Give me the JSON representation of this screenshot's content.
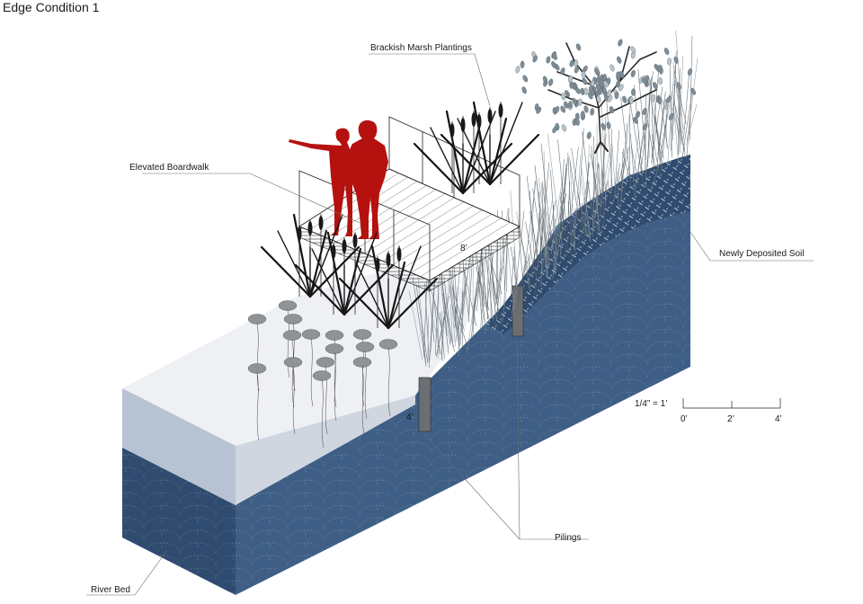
{
  "title": "Edge Condition 1",
  "labels": {
    "marsh": "Brackish Marsh Plantings",
    "boardwalk": "Elevated Boardwalk",
    "soil": "Newly Deposited Soil",
    "pilings": "Pilings",
    "riverbed": "River Bed"
  },
  "dimensions": {
    "boardwalk_width": "8’",
    "piling_height": "4’"
  },
  "scale": {
    "ratio": "1/4” = 1’",
    "ticks": [
      "0’",
      "2’",
      "4’"
    ]
  },
  "colors": {
    "figures": "#b5120f",
    "soil": "#3e5e86",
    "soil_dark": "#2f4b70",
    "water_top": "#eef0f4",
    "water_side": "#b7c2d2",
    "lily": "#8e9396",
    "grass": "#56626a"
  }
}
